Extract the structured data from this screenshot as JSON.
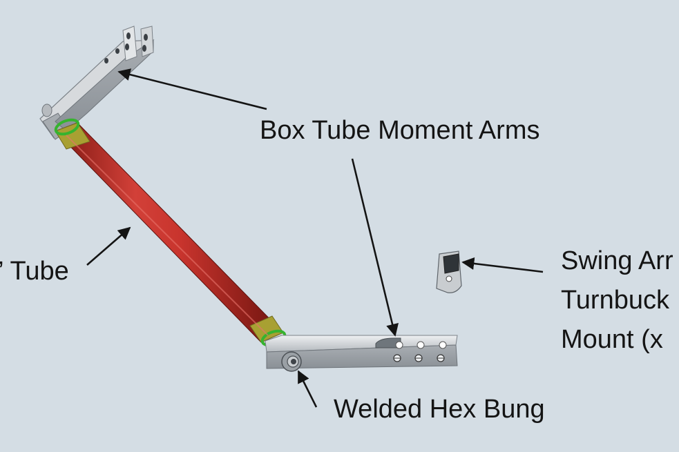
{
  "colors": {
    "background": "#d4dde4",
    "tube": "#c0312b",
    "tube_collar": "#a8a032",
    "weld_ring": "#36b32f",
    "steel": "#c5c9cd",
    "arrow": "#141414"
  },
  "labels": {
    "box_tube_moment_arms": "Box Tube Moment Arms",
    "tube": "” Tube",
    "welded_hex_bung": "Welded Hex Bung",
    "swing_arm_mount": [
      "Swing Arr",
      "Turnbuck",
      "Mount (x"
    ]
  },
  "icons": {
    "arrow": "arrow-icon"
  }
}
